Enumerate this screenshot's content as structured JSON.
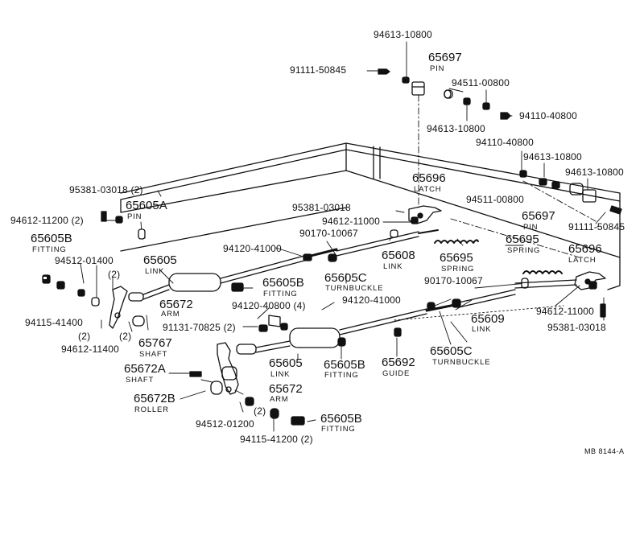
{
  "labels": {
    "l_94613_10800_top": "94613-10800",
    "l_65697_top": "65697",
    "l_pin_top": "PIN",
    "l_91111_50845_top": "91111-50845",
    "l_94511_00800_top": "94511-00800",
    "l_94613_10800_mid": "94613-10800",
    "l_94110_40800_top": "94110-40800",
    "l_94110_40800_right": "94110-40800",
    "l_94613_10800_right1": "94613-10800",
    "l_94613_10800_right2": "94613-10800",
    "l_65696_top": "65696",
    "l_latch_top": "LATCH",
    "l_95381_03018_left": "95381-03018 (2)",
    "l_95381_03018_mid": "95381-03018",
    "l_94511_00800_right": "94511-00800",
    "l_65605a": "65605A",
    "l_pin_65605a": "PIN",
    "l_94612_11200": "94612-11200 (2)",
    "l_94612_11000_mid": "94612-11000",
    "l_65697_right": "65697",
    "l_pin_right": "PIN",
    "l_91111_50845_right": "91111-50845",
    "l_90170_10067_top": "90170-10067",
    "l_65695_a": "65695",
    "l_spring_a": "SPRING",
    "l_65605b_left": "65605B",
    "l_fitting_left": "FITTING",
    "l_94120_41000_top": "94120-41000",
    "l_65608": "65608",
    "l_link_65608": "LINK",
    "l_65695_b": "65695",
    "l_spring_b": "SPRING",
    "l_65696_right": "65696",
    "l_latch_right": "LATCH",
    "l_94512_01400": "94512-01400",
    "l_65605": "65605",
    "l_link_65605": "LINK",
    "l_qty2_a": "(2)",
    "l_65605c_top": "65605C",
    "l_turnbuckle_top": "TURNBUCKLE",
    "l_90170_10067_right": "90170-10067",
    "l_65605b_mid": "65605B",
    "l_fitting_mid": "FITTING",
    "l_94120_41000_right": "94120-41000",
    "l_94612_11000_right": "94612-11000",
    "l_65672_top": "65672",
    "l_arm_top": "ARM",
    "l_94120_40800": "94120-40800 (4)",
    "l_65609": "65609",
    "l_link_65609": "LINK",
    "l_95381_03018_right": "95381-03018",
    "l_94115_41400": "94115-41400",
    "l_91131_70825": "91131-70825 (2)",
    "l_qty2_b": "(2)",
    "l_qty2_c": "(2)",
    "l_94612_11400": "94612-11400",
    "l_65767": "65767",
    "l_shaft_65767": "SHAFT",
    "l_65605_b": "65605",
    "l_link_65605_b": "LINK",
    "l_65605b_low": "65605B",
    "l_fitting_low": "FITTING",
    "l_65692": "65692",
    "l_guide": "GUIDE",
    "l_65605c_low": "65605C",
    "l_turnbuckle_low": "TURNBUCKLE",
    "l_65672a": "65672A",
    "l_shaft_65672a": "SHAFT",
    "l_65672_low": "65672",
    "l_arm_low": "ARM",
    "l_65672b": "65672B",
    "l_roller": "ROLLER",
    "l_qty2_d": "(2)",
    "l_94512_01200": "94512-01200",
    "l_65605b_bottom": "65605B",
    "l_fitting_bottom": "FITTING",
    "l_94115_41200": "94115-41200 (2)",
    "l_code": "MB 8144-A"
  }
}
